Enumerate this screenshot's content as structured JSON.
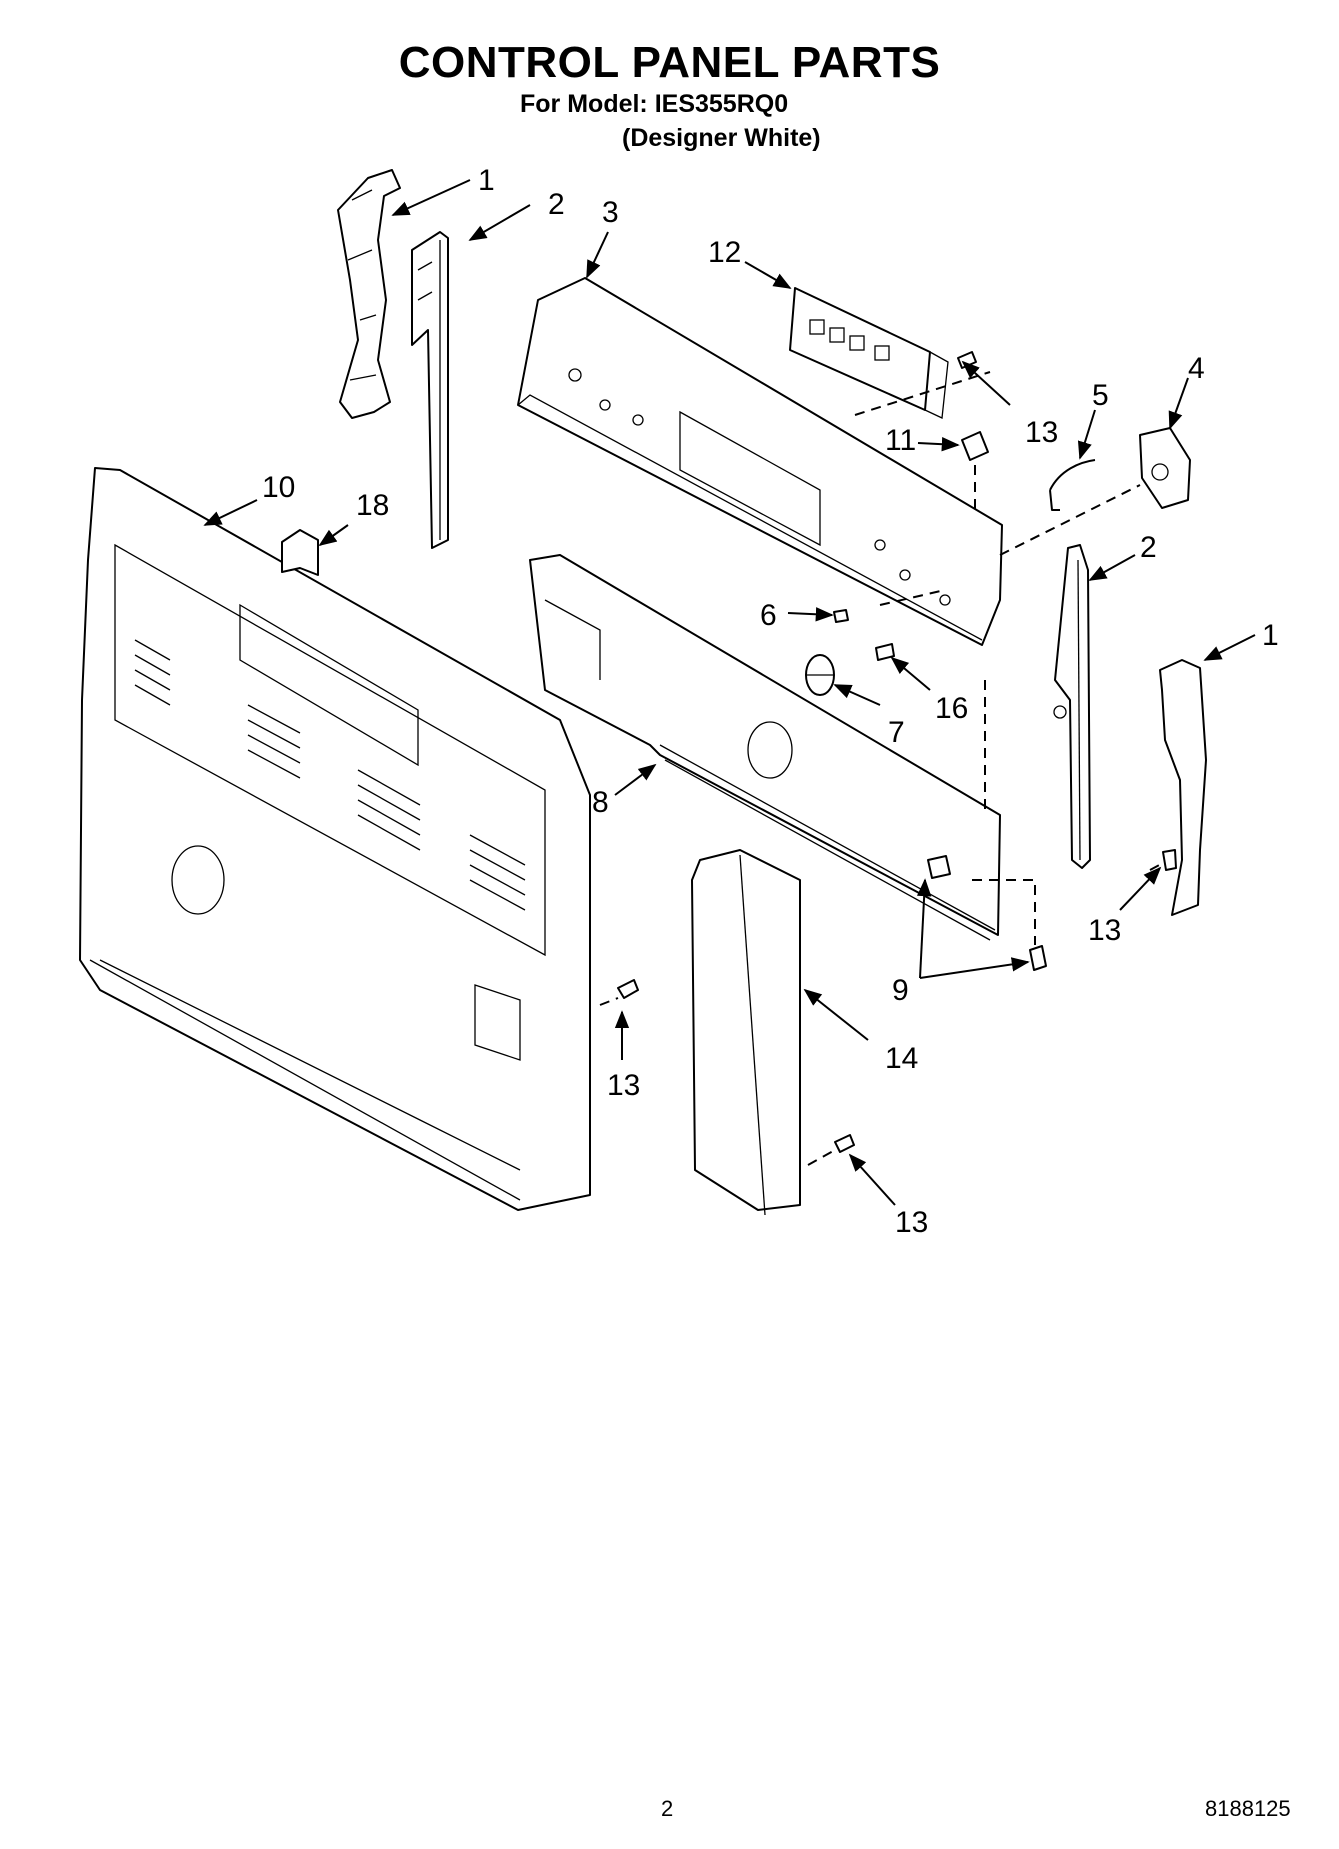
{
  "header": {
    "title": "CONTROL PANEL PARTS",
    "model_line": "For Model: IES355RQ0",
    "variant_line": "(Designer White)"
  },
  "footer": {
    "page_number": "2",
    "document_number": "8188125"
  },
  "callouts": {
    "c1_left": "1",
    "c2_left": "2",
    "c3": "3",
    "c12": "12",
    "c13_top": "13",
    "c11": "11",
    "c5": "5",
    "c4": "4",
    "c10": "10",
    "c18": "18",
    "c2_right": "2",
    "c1_right": "1",
    "c6": "6",
    "c7": "7",
    "c16": "16",
    "c8": "8",
    "c13_right": "13",
    "c9": "9",
    "c14": "14",
    "c13_mid": "13",
    "c13_bottom": "13"
  }
}
